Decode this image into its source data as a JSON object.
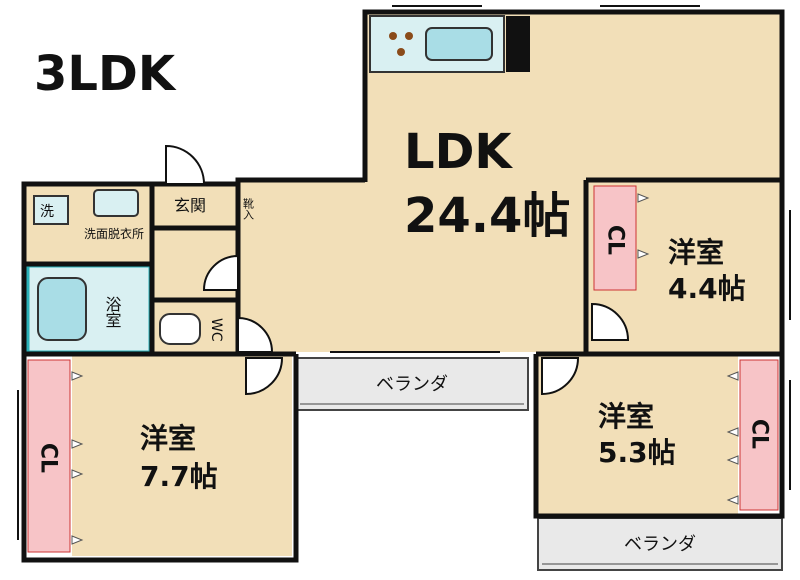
{
  "plan": {
    "type": "3LDK",
    "ldk": {
      "name": "LDK",
      "size": "24.4帖"
    },
    "room_ne": {
      "name": "洋室",
      "size": "4.4帖",
      "closet": "CL"
    },
    "room_se": {
      "name": "洋室",
      "size": "5.3帖",
      "closet": "CL"
    },
    "room_w": {
      "name": "洋室",
      "size": "7.7帖",
      "closet": "CL"
    },
    "entrance": "玄関",
    "shoe_box": "靴入",
    "washroom": "洗面脱衣所",
    "laundry": "洗",
    "bath": "浴室",
    "toilet": "WC",
    "balcony_mid": "ベランダ",
    "balcony_bottom": "ベランダ"
  },
  "colors": {
    "floor": "#f2dfb8",
    "closet": "#f7c4c7",
    "wet": "#d9f0f2",
    "bath_fill": "#a9dde6",
    "wall": "#111111",
    "balcony": "#e9e9e9"
  }
}
